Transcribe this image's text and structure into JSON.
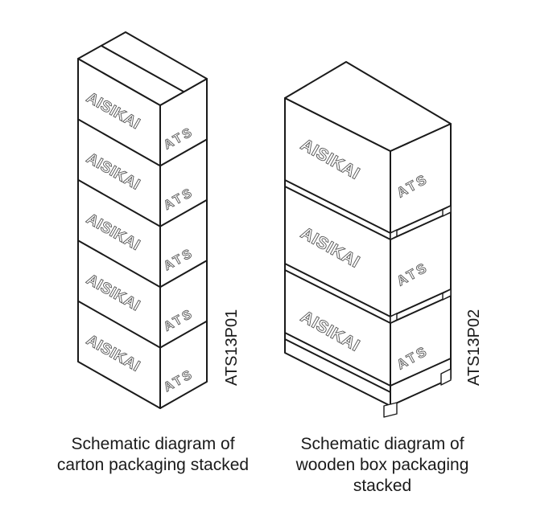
{
  "figure": {
    "left": {
      "box_count": 5,
      "box_front_text": "AISIKAI",
      "box_side_text": "ATS",
      "code": "ATS13P01",
      "caption_line1": "Schematic diagram of",
      "caption_line2": "carton packaging stacked"
    },
    "right": {
      "box_count": 3,
      "box_front_text": "AISIKAI",
      "box_side_text": "ATS",
      "code": "ATS13P02",
      "caption_line1": "Schematic diagram of",
      "caption_line2": "wooden box packaging",
      "caption_line3": "stacked"
    },
    "colors": {
      "line": "#1a1a1a",
      "outline_text": "#555555"
    }
  }
}
